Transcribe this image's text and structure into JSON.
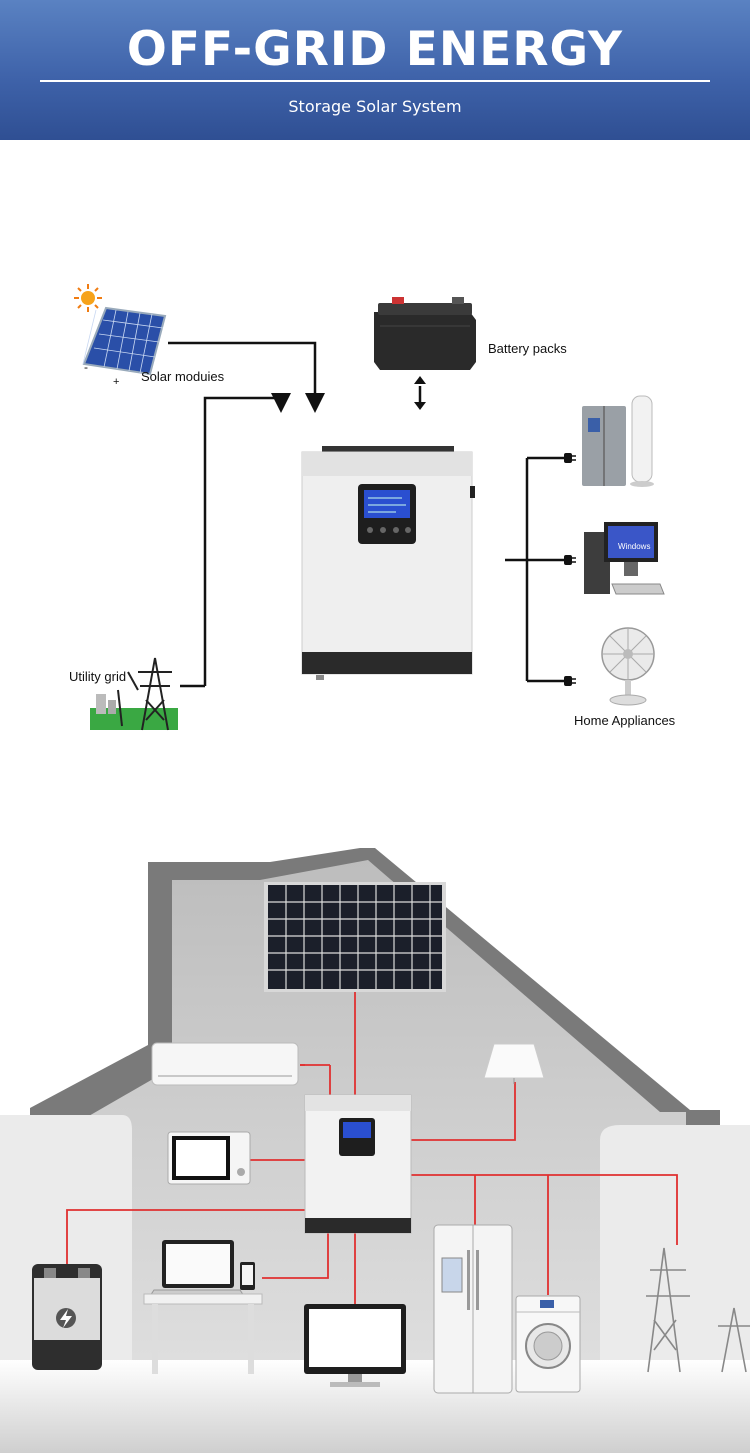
{
  "banner": {
    "title": "OFF-GRID ENERGY",
    "subtitle": "Storage Solar System"
  },
  "diagram": {
    "solar_label": "Solar moduies",
    "solar_minus": "-",
    "solar_plus": "+",
    "battery_label": "Battery packs",
    "grid_label": "Utility grid",
    "appliances_label": "Home Appliances",
    "inverter_screen_text": "Windows"
  },
  "colors": {
    "banner_top": "#5a82c2",
    "banner_bottom": "#2f4f93",
    "wire_black": "#111111",
    "wire_red": "#e03030"
  },
  "icons": [
    "sun-icon",
    "solar-panel-icon",
    "battery-icon",
    "inverter-icon",
    "pylon-icon",
    "fridge-icon",
    "tower-fan-icon",
    "computer-icon",
    "desk-fan-icon",
    "plug-icon",
    "air-conditioner-icon",
    "lamp-icon",
    "microwave-icon",
    "laptop-icon",
    "phone-icon",
    "monitor-icon",
    "washing-machine-icon"
  ]
}
